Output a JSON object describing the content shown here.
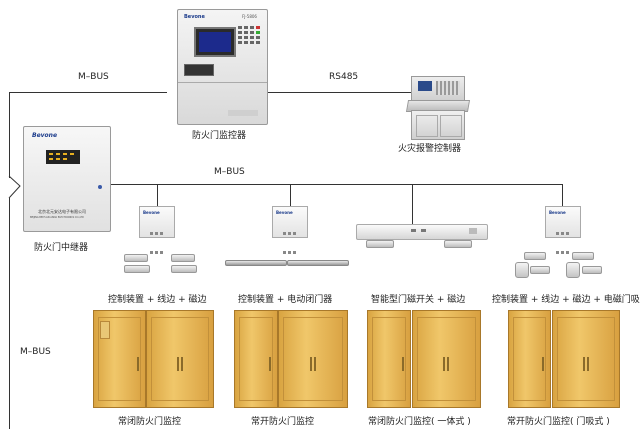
{
  "bus_labels": {
    "mbus_top": "M–BUS",
    "rs485": "RS485",
    "mbus_middle": "M–BUS",
    "mbus_left": "M–BUS"
  },
  "devices": {
    "monitor": {
      "label": "防火门监控器",
      "brand": "Bevone",
      "model": "FJ-5806"
    },
    "alarm_controller": {
      "label": "火灾报警控制器"
    },
    "repeater": {
      "label": "防火门中继器",
      "brand": "Bevone",
      "company": "北京北元安达电子有限公司",
      "company_en": "BEIJING BEIYUAN ANDA ELECTRONICS CO.,LTD"
    }
  },
  "configs": [
    {
      "component_label": "控制装置 + 线边 + 磁边",
      "door_label": "常闭防火门监控"
    },
    {
      "component_label": "控制装置 + 电动闭门器",
      "door_label": "常开防火门监控"
    },
    {
      "component_label": "智能型门磁开关 + 磁边",
      "door_label": "常闭防火门监控( 一体式 )"
    },
    {
      "component_label": "控制装置 + 线边 + 磁边 + 电磁门吸",
      "door_label": "常开防火门监控( 门吸式 )"
    }
  ],
  "colors": {
    "door": "#e6b555",
    "brand_blue": "#1a3a8a",
    "screen": "#1c2a8c"
  }
}
